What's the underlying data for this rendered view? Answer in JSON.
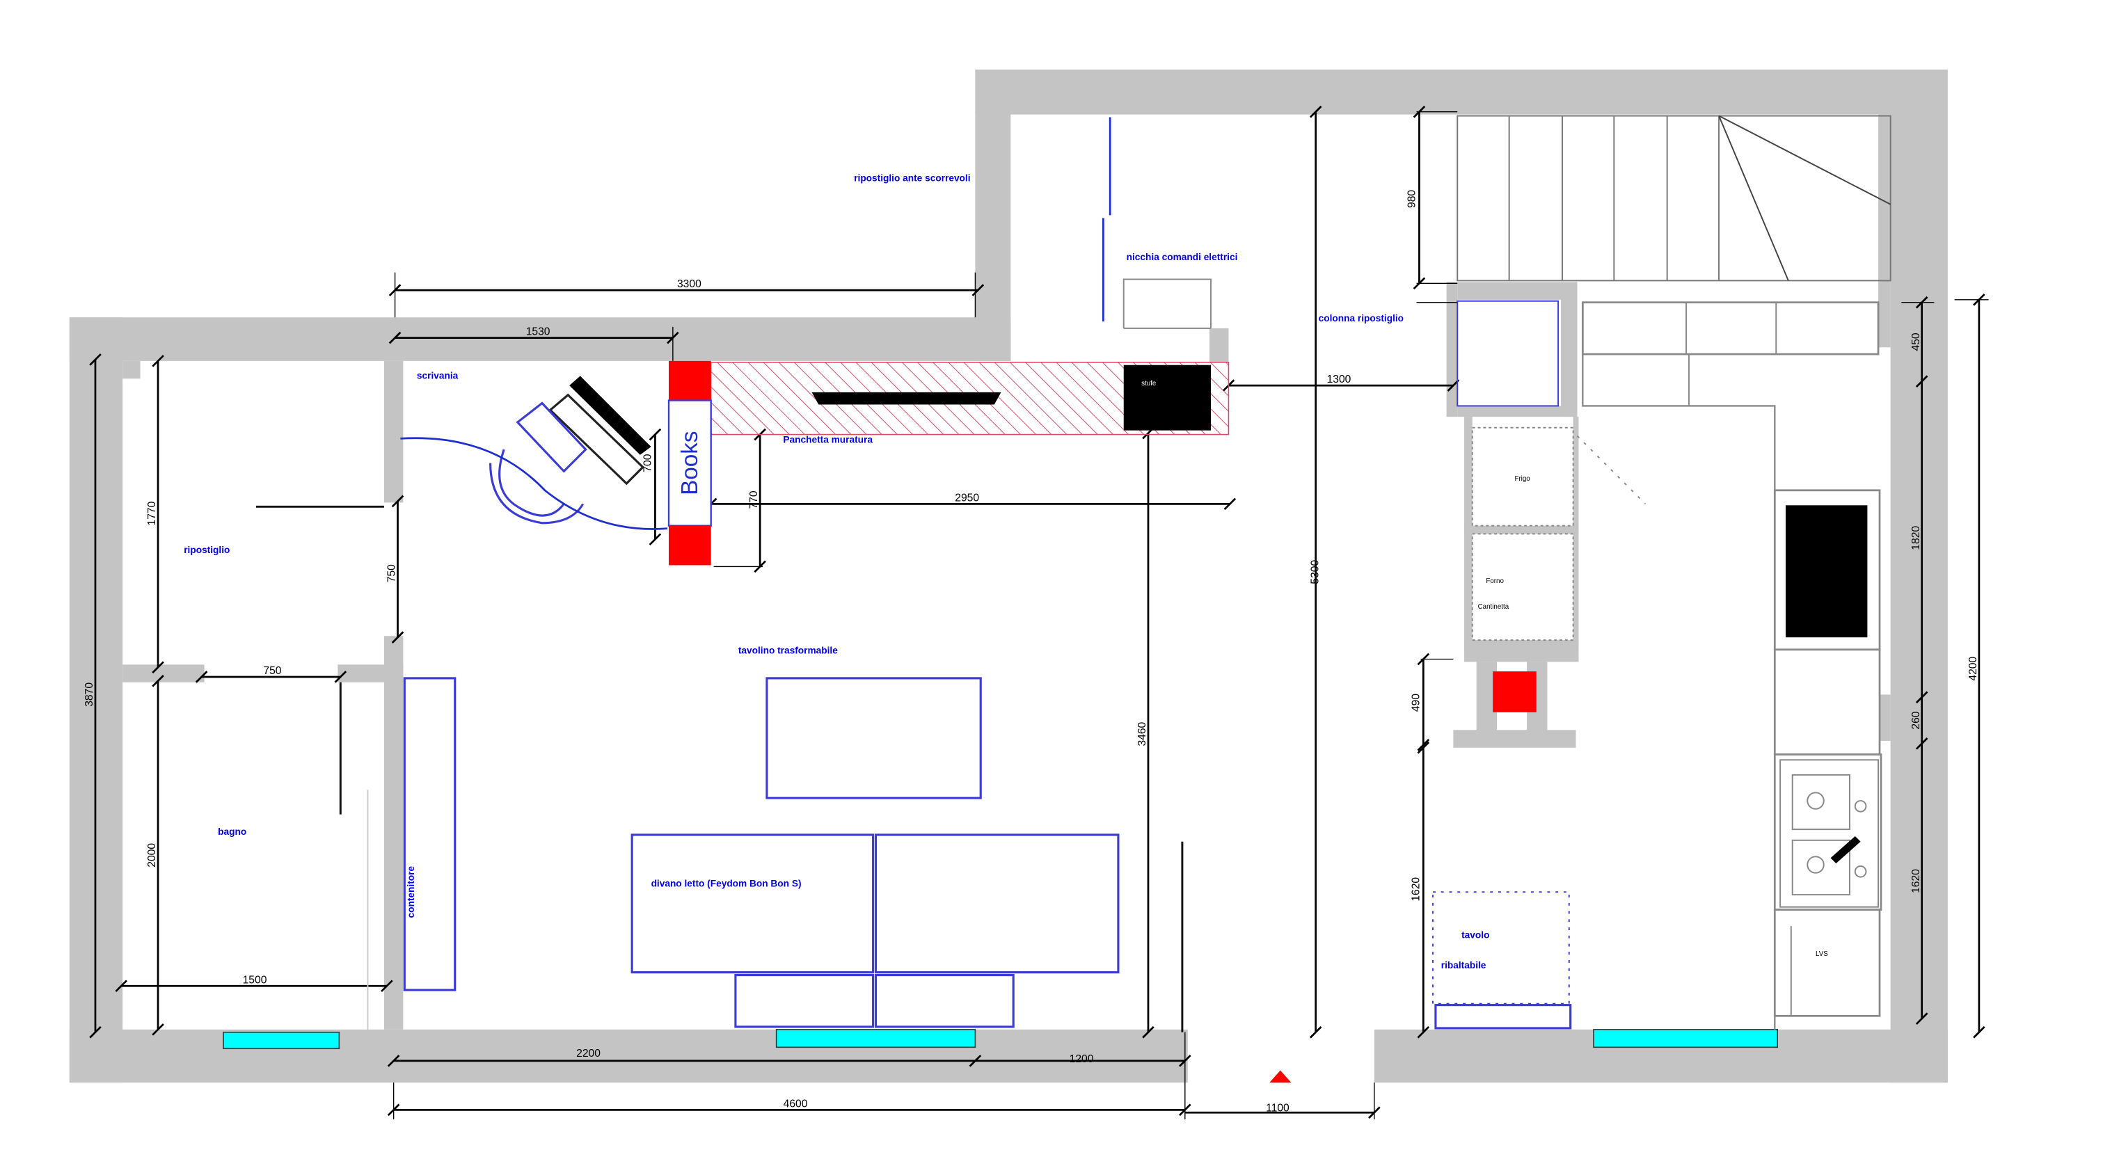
{
  "labels": {
    "ripostiglio_ante": "ripostiglio ante scorrevoli",
    "nicchia": "nicchia comandi elettrici",
    "colonna": "colonna ripostiglio",
    "scrivania": "scrivania",
    "panchetta": "Panchetta muratura",
    "books": "Books",
    "stufe": "stufe",
    "ripostiglio": "ripostiglio",
    "tavolino": "tavolino trasformabile",
    "bagno": "bagno",
    "contenitore": "contenitore",
    "divano": "divano letto (Feydom Bon Bon S)",
    "tavolo": "tavolo",
    "ribaltabile": "ribaltabile",
    "frigo": "Frigo",
    "forno": "Forno",
    "cantinetta": "Cantinetta",
    "lvs": "LVS"
  },
  "dimensions": {
    "d3300": "3300",
    "d1530": "1530",
    "d1300": "1300",
    "d980": "980",
    "d5300": "5300",
    "d700": "700",
    "d770": "770",
    "d2950": "2950",
    "d1770": "1770",
    "d750v": "750",
    "d750h": "750",
    "d3870": "3870",
    "d2000": "2000",
    "d1500": "1500",
    "d3460": "3460",
    "d490": "490",
    "d1620l": "1620",
    "d450": "450",
    "d1820": "1820",
    "d260": "260",
    "d1620r": "1620",
    "d4200": "4200",
    "d2200": "2200",
    "d1200": "1200",
    "d4600": "4600",
    "d1100": "1100"
  },
  "colors": {
    "wall": "#c4c4c4",
    "label": "#0000ee",
    "red": "#ff0000",
    "window": "#00ffff",
    "hatch": "#d94a6a"
  }
}
